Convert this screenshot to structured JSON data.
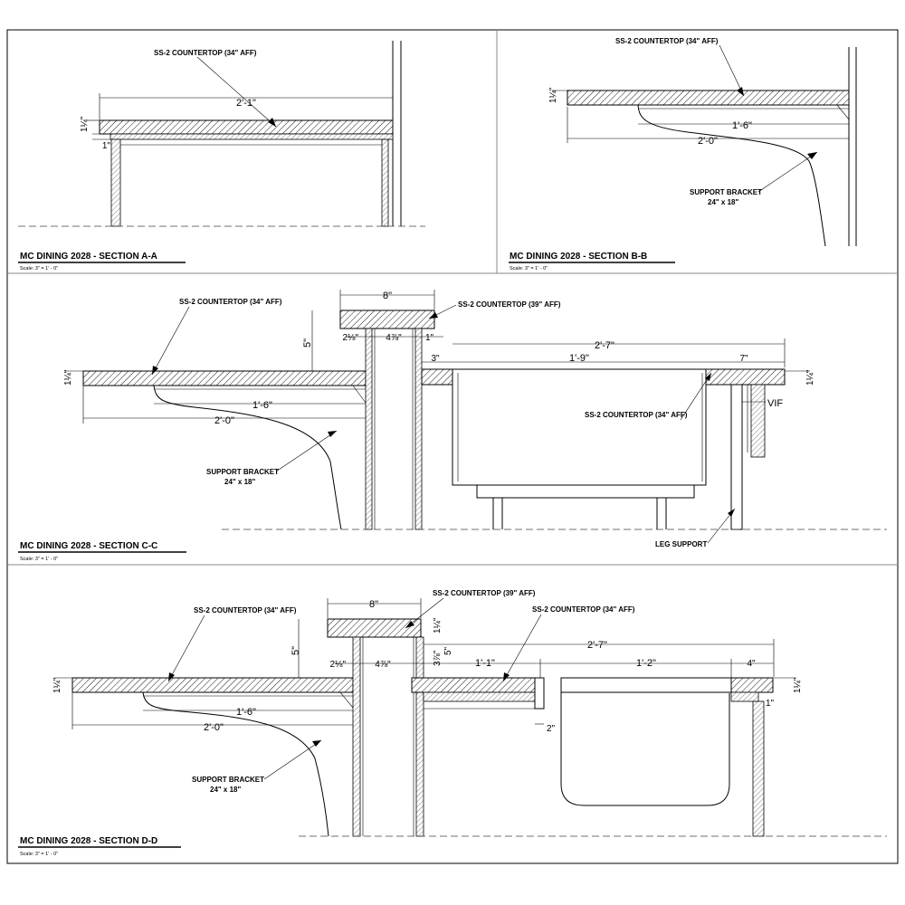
{
  "sections": [
    {
      "title": "MC DINING 2028 - SECTION A-A",
      "scale": "Scale: 3\" = 1' - 0\"",
      "labels": [
        "SS-2 COUNTERTOP (34\" AFF)"
      ],
      "dims": [
        "2'-1\"",
        "1\"",
        "1¼\""
      ]
    },
    {
      "title": "MC DINING 2028 - SECTION B-B",
      "scale": "Scale: 3\" = 1' - 0\"",
      "labels": [
        "SS-2 COUNTERTOP (34\" AFF)",
        "SUPPORT BRACKET",
        "24\" x 18\""
      ],
      "dims": [
        "1'-6\"",
        "2'-0\"",
        "1¼\""
      ]
    },
    {
      "title": "MC DINING 2028 - SECTION C-C",
      "scale": "Scale: 3\" = 1' - 0\"",
      "labels": [
        "SS-2 COUNTERTOP (34\" AFF)",
        "SS-2 COUNTERTOP (39\" AFF)",
        "SS-2 COUNTERTOP (34\" AFF)",
        "SUPPORT BRACKET",
        "24\" x 18\"",
        "LEG SUPPORT",
        "VIF"
      ],
      "dims": [
        "8\"",
        "5\"",
        "2⅛\"",
        "4⅞\"",
        "1\"",
        "2'-7\"",
        "3\"",
        "1'-9\"",
        "7\"",
        "1'-6\"",
        "2'-0\"",
        "1¼\"",
        "1¼\""
      ]
    },
    {
      "title": "MC DINING 2028 - SECTION D-D",
      "scale": "Scale: 3\" = 1' - 0\"",
      "labels": [
        "SS-2 COUNTERTOP (39\" AFF)",
        "SS-2 COUNTERTOP (34\" AFF)",
        "SS-2 COUNTERTOP (34\" AFF)",
        "SUPPORT BRACKET",
        "24\" x 18\""
      ],
      "dims": [
        "8\"",
        "5\"",
        "2⅛\"",
        "4⅞\"",
        "3⅞\"",
        "5\"",
        "1¼\"",
        "2'-7\"",
        "1'-1\"",
        "1'-2\"",
        "4\"",
        "1'-6\"",
        "2'-0\"",
        "2\"",
        "1¼\"",
        "1¼\"",
        "1\""
      ]
    }
  ]
}
